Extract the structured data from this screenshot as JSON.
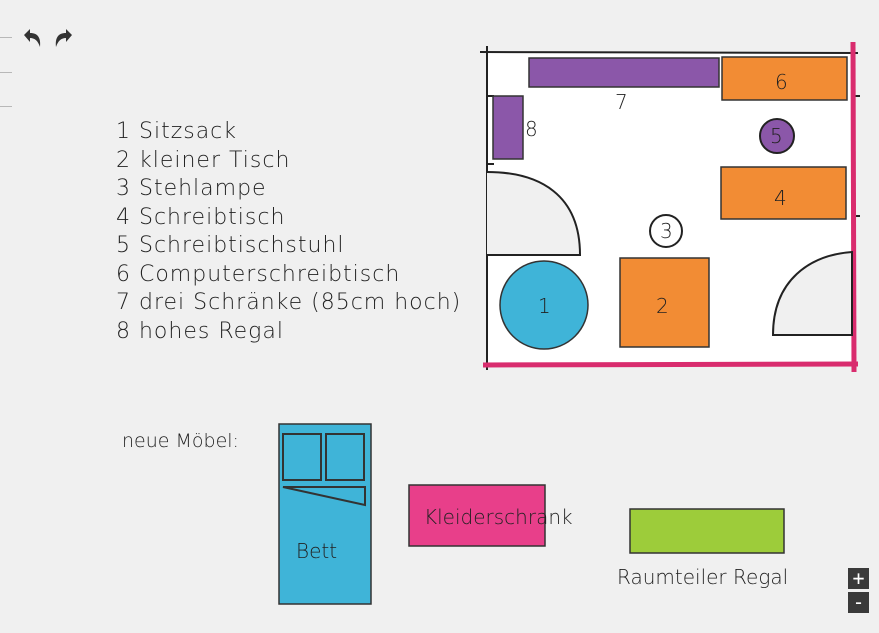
{
  "toolbar": {
    "undo_icon": "undo-arrow-icon",
    "redo_icon": "redo-arrow-icon"
  },
  "legend": [
    "1 Sitzsack",
    "2 kleiner Tisch",
    "3 Stehlampe",
    "4 Schreibtisch",
    "5 Schreibtischstuhl",
    "6 Computerschreibtisch",
    "7 drei Schränke (85cm hoch)",
    "8 hohes Regal"
  ],
  "room": {
    "numbers": [
      "1",
      "2",
      "3",
      "4",
      "5",
      "6",
      "7",
      "8"
    ]
  },
  "new_furniture": {
    "heading": "neue Möbel:",
    "bed": "Bett",
    "wardrobe": "Kleiderschrank",
    "shelf": "Raumteiler Regal"
  },
  "zoom": {
    "in": "+",
    "out": "-"
  },
  "colors": {
    "blue": "#3fb4d8",
    "orange": "#f28c34",
    "purple": "#8b57a9",
    "pink": "#e83f8a",
    "green": "#9dcc3a",
    "wall": "#d92c6e"
  }
}
